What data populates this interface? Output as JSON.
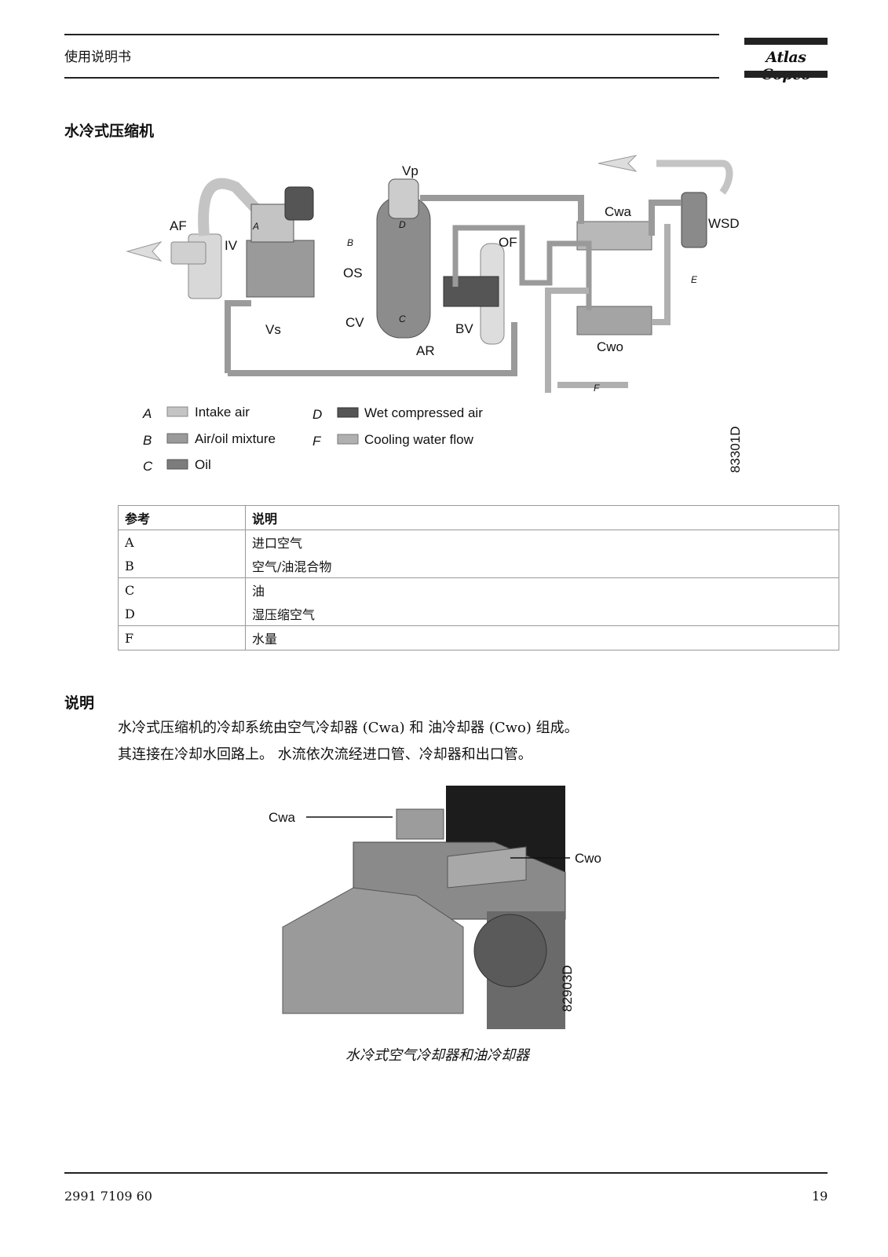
{
  "header": {
    "title": "使用说明书",
    "logo_text": "Atlas Copco"
  },
  "section1": {
    "title": "水冷式压缩机"
  },
  "diagram1": {
    "labels": {
      "vp": "Vp",
      "af": "AF",
      "iv": "IV",
      "a_small": "A",
      "b_small": "B",
      "d_small": "D",
      "c_small": "C",
      "e_small": "E",
      "f_small": "F",
      "os": "OS",
      "vs": "Vs",
      "cv": "CV",
      "ar": "AR",
      "bv": "BV",
      "of": "OF",
      "cwa": "Cwa",
      "cwo": "Cwo",
      "wsd": "WSD"
    },
    "legend": [
      {
        "key": "A",
        "text": "Intake air",
        "color": "#c4c4c4"
      },
      {
        "key": "B",
        "text": "Air/oil mixture",
        "color": "#9a9a9a"
      },
      {
        "key": "C",
        "text": "Oil",
        "color": "#7c7c7c"
      },
      {
        "key": "D",
        "text": "Wet compressed air",
        "color": "#555555"
      },
      {
        "key": "F",
        "text": "Cooling water flow",
        "color": "#b0b0b0"
      }
    ],
    "figure_id": "83301D"
  },
  "table": {
    "headers": [
      "参考",
      "说明"
    ],
    "rows": [
      [
        "A",
        "进口空气"
      ],
      [
        "B",
        "空气/油混合物"
      ],
      [
        "C",
        "油"
      ],
      [
        "D",
        "湿压缩空气"
      ],
      [
        "F",
        "水量"
      ]
    ]
  },
  "section2": {
    "title": "说明",
    "paragraph1": "水冷式压缩机的冷却系统由空气冷却器 (Cwa) 和 油冷却器 (Cwo) 组成。",
    "paragraph2": "其连接在冷却水回路上。 水流依次流经进口管、冷却器和出口管。"
  },
  "figure2": {
    "label_cwa": "Cwa",
    "label_cwo": "Cwo",
    "figure_id": "82903D",
    "caption": "水冷式空气冷却器和油冷却器"
  },
  "footer": {
    "doc_number": "2991 7109 60",
    "page_number": "19"
  }
}
